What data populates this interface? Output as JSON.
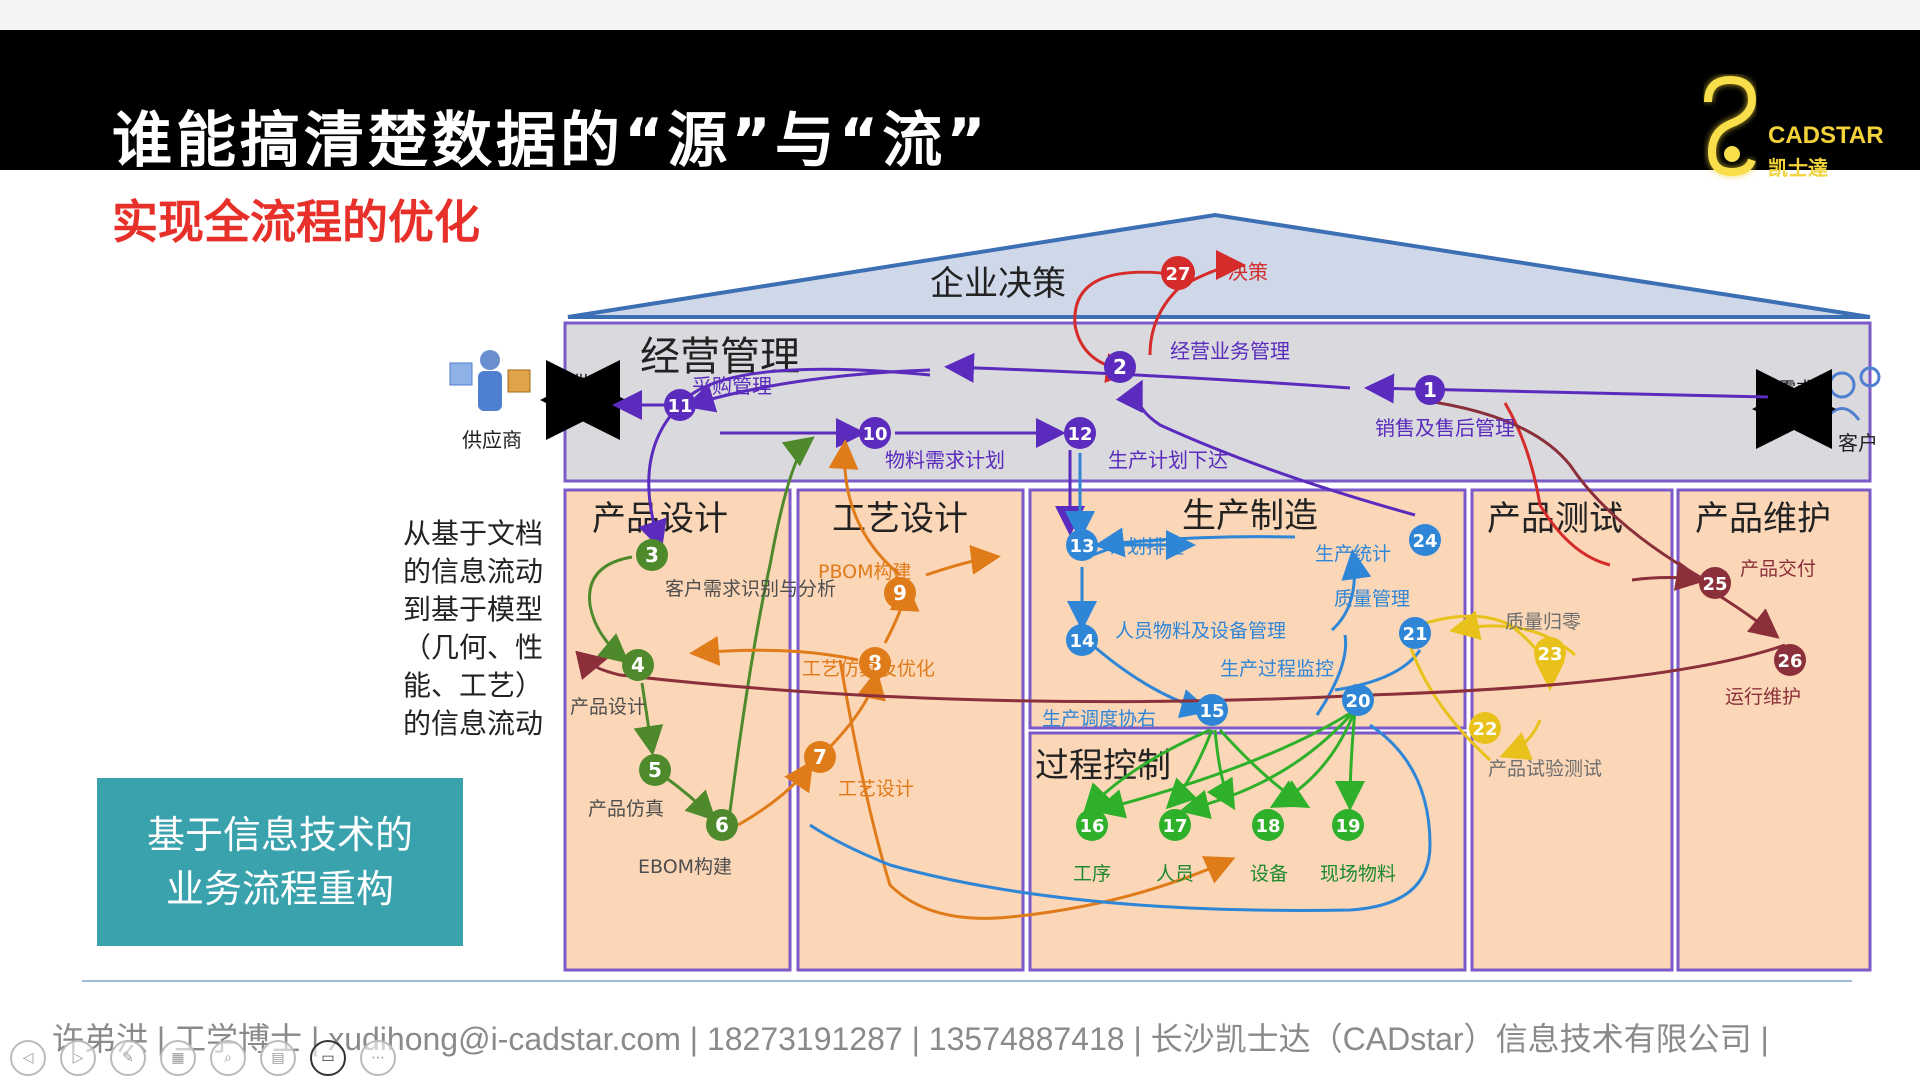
{
  "slide": {
    "title": "谁能搞清楚数据的“源”与“流”",
    "subtitle": "实现全流程的优化",
    "logo": {
      "brand_en": "CADSTAR",
      "brand_cn": "凯士達"
    },
    "side_text": [
      "从基于文档",
      "的信息流动",
      "到基于模型",
      "（几何、性",
      "能、工艺）",
      "的信息流动"
    ],
    "teal_box": {
      "lines": [
        "基于信息技术的",
        "业务流程重构"
      ],
      "color": "#3aa2ad"
    },
    "footer": "许弟洪 | 工学博士 | xudihong@i-cadstar.com  |  18273191287  | 13574887418  |  长沙凯士达（CADstar）信息技术有限公司 |"
  },
  "diagram": {
    "roof_label": "企业决策",
    "management_label": "经营管理",
    "supplier": {
      "label": "供应商",
      "arrow_label": "供应"
    },
    "customer": {
      "label": "客户",
      "arrow_label": "需求"
    },
    "sections": [
      "产品设计",
      "工艺设计",
      "生产制造",
      "产品测试",
      "产品维护",
      "过程控制"
    ],
    "nodes": [
      {
        "id": "1",
        "label": "销售及售后管理",
        "color": "#5a2bbd"
      },
      {
        "id": "2",
        "label": "经营业务管理",
        "color": "#5a2bbd"
      },
      {
        "id": "10",
        "label": "物料需求计划",
        "color": "#5a2bbd"
      },
      {
        "id": "11",
        "label": "采购管理",
        "color": "#5a2bbd"
      },
      {
        "id": "12",
        "label": "生产计划下达",
        "color": "#5a2bbd"
      },
      {
        "id": "27",
        "label": "决策",
        "color": "#d52b2b"
      },
      {
        "id": "3",
        "label": "客户需求识别与分析",
        "color": "#4e8a2c"
      },
      {
        "id": "4",
        "label": "产品设计",
        "color": "#4e8a2c"
      },
      {
        "id": "5",
        "label": "产品仿真",
        "color": "#4e8a2c"
      },
      {
        "id": "6",
        "label": "EBOM构建",
        "color": "#4e8a2c"
      },
      {
        "id": "7",
        "label": "工艺设计",
        "color": "#e07b1a"
      },
      {
        "id": "8",
        "label": "工艺仿真及优化",
        "color": "#e07b1a"
      },
      {
        "id": "9",
        "label": "PBOM构建",
        "color": "#e07b1a"
      },
      {
        "id": "13",
        "label": "计划排程",
        "color": "#2f86d6"
      },
      {
        "id": "14",
        "label": "人员物料及设备管理",
        "color": "#2f86d6"
      },
      {
        "id": "15",
        "label": "生产调度协右",
        "color": "#2f86d6"
      },
      {
        "id": "20",
        "label": "生产过程监控",
        "color": "#2f86d6"
      },
      {
        "id": "21",
        "label": "质量管理",
        "color": "#2f86d6"
      },
      {
        "id": "24",
        "label": "生产统计",
        "color": "#2f86d6"
      },
      {
        "id": "16",
        "label": "工序",
        "color": "#2fb02a"
      },
      {
        "id": "17",
        "label": "人员",
        "color": "#2fb02a"
      },
      {
        "id": "18",
        "label": "设备",
        "color": "#2fb02a"
      },
      {
        "id": "19",
        "label": "现场物料",
        "color": "#2fb02a"
      },
      {
        "id": "22",
        "label": "产品试验测试",
        "color": "#e8c21a"
      },
      {
        "id": "23",
        "label": "质量归零",
        "color": "#e8c21a"
      },
      {
        "id": "25",
        "label": "产品交付",
        "color": "#8b2f3a"
      },
      {
        "id": "26",
        "label": "运行维护",
        "color": "#8b2f3a"
      }
    ]
  }
}
